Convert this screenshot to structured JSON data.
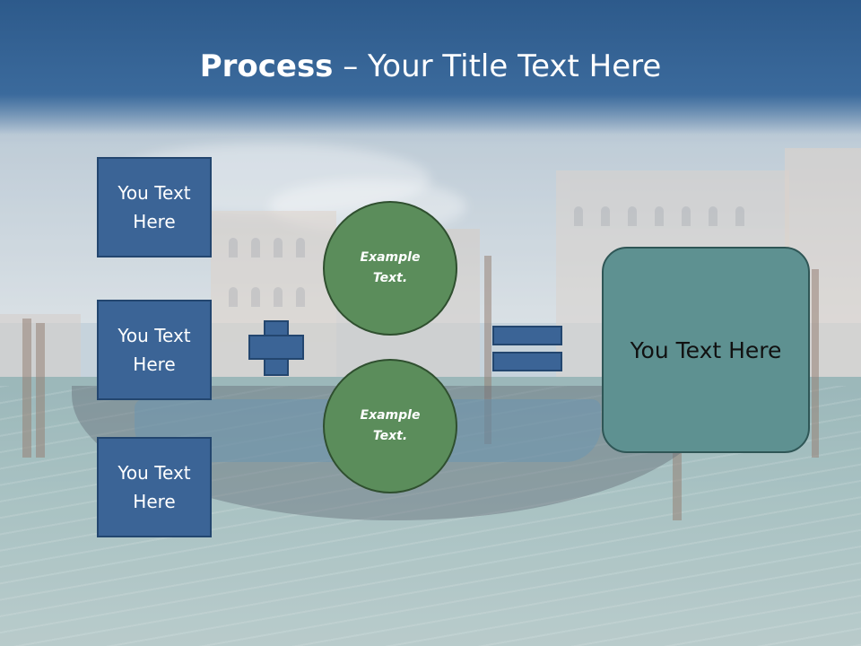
{
  "slide": {
    "title_bold": "Process",
    "title_rest": " – Your Title Text Here",
    "left_boxes": [
      {
        "label": "You Text Here"
      },
      {
        "label": "You Text Here"
      },
      {
        "label": "You Text Here"
      }
    ],
    "circles": [
      {
        "label": "Example Text."
      },
      {
        "label": "Example Text."
      }
    ],
    "result_label": "You Text Here"
  },
  "colors": {
    "title_band": "#2d5a8b",
    "box_fill": "#3b6496",
    "circle_fill": "#5b8d5b",
    "result_fill": "#5e9191"
  },
  "icons": {
    "plus": "plus-icon",
    "equals": "equals-icon"
  }
}
